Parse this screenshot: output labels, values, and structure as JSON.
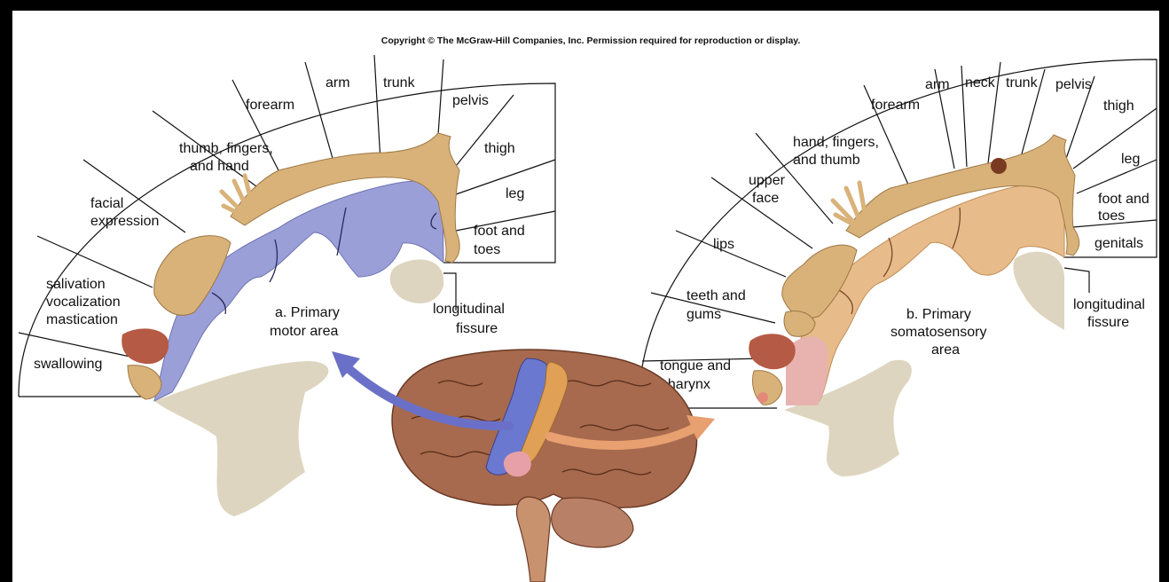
{
  "copyright": "Copyright © The McGraw-Hill Companies, Inc. Permission required for reproduction or display.",
  "motor": {
    "caption_line1": "a. Primary",
    "caption_line2": "motor area",
    "fissure_line1": "longitudinal",
    "fissure_line2": "fissure",
    "labels": {
      "swallowing": [
        "swallowing"
      ],
      "salivation": [
        "salivation",
        "vocalization",
        "mastication"
      ],
      "facial": [
        "facial",
        "expression"
      ],
      "thumb": [
        "thumb, fingers,",
        "and hand"
      ],
      "forearm": [
        "forearm"
      ],
      "arm": [
        "arm"
      ],
      "trunk": [
        "trunk"
      ],
      "pelvis": [
        "pelvis"
      ],
      "thigh": [
        "thigh"
      ],
      "leg": [
        "leg"
      ],
      "foot": [
        "foot and",
        "toes"
      ]
    }
  },
  "sensory": {
    "caption_line1": "b. Primary",
    "caption_line2": "somatosensory",
    "caption_line3": "area",
    "fissure_line1": "longitudinal",
    "fissure_line2": "fissure",
    "labels": {
      "tongue": [
        "tongue and",
        "pharynx"
      ],
      "teeth": [
        "teeth and",
        "gums"
      ],
      "lips": [
        "lips"
      ],
      "upperface": [
        "upper",
        "face"
      ],
      "hand": [
        "hand, fingers,",
        "and thumb"
      ],
      "forearm": [
        "forearm"
      ],
      "arm": [
        "arm"
      ],
      "neck": [
        "neck"
      ],
      "trunk": [
        "trunk"
      ],
      "pelvis": [
        "pelvis"
      ],
      "thigh": [
        "thigh"
      ],
      "leg": [
        "leg"
      ],
      "foot": [
        "foot and",
        "toes"
      ],
      "genitals": [
        "genitals"
      ]
    }
  },
  "colors": {
    "motor_cortex": "#9b9fd8",
    "sensory_cortex": "#e8bb8a",
    "white_matter": "#ddd5bf",
    "body": "#d9b27a",
    "brain": "#a76a4e",
    "motor_arrow": "#6a70c8",
    "sensory_arrow": "#e8a070"
  }
}
